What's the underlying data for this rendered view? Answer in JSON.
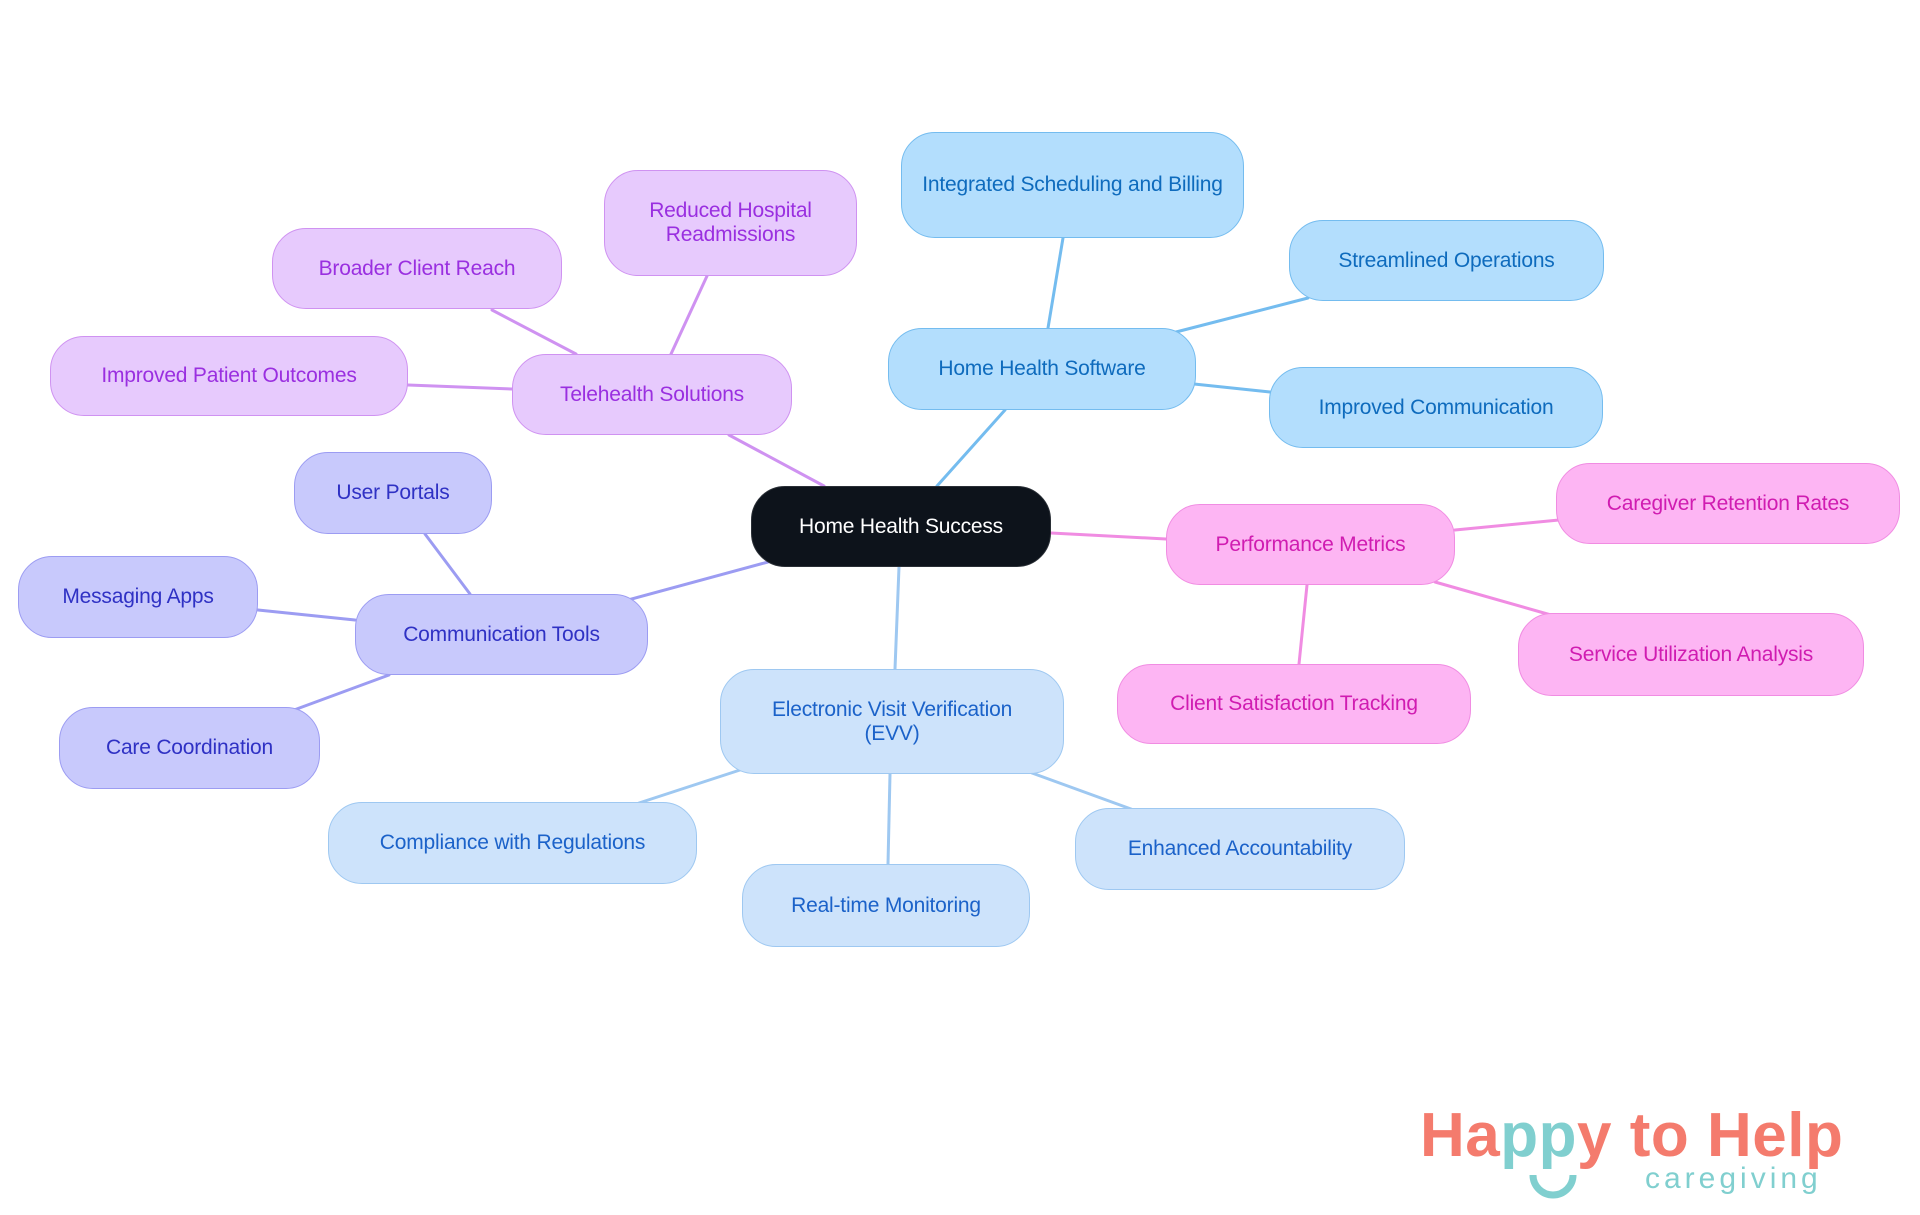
{
  "mindmap": {
    "center": {
      "label": "Home Health Success"
    },
    "branches": [
      {
        "label": "Home Health Software",
        "color": "#74bcef",
        "children": [
          "Integrated Scheduling and Billing",
          "Streamlined Operations",
          "Improved Communication"
        ]
      },
      {
        "label": "Performance Metrics",
        "color": "#f08ce2",
        "children": [
          "Caregiver Retention Rates",
          "Service Utilization Analysis",
          "Client Satisfaction Tracking"
        ]
      },
      {
        "label": "Electronic Visit Verification (EVV)",
        "color": "#9ec8f1",
        "children": [
          "Compliance with Regulations",
          "Real-time Monitoring",
          "Enhanced Accountability"
        ]
      },
      {
        "label": "Communication Tools",
        "color": "#9c9cf2",
        "children": [
          "User Portals",
          "Messaging Apps",
          "Care Coordination"
        ]
      },
      {
        "label": "Telehealth Solutions",
        "color": "#cf92f1",
        "children": [
          "Improved Patient Outcomes",
          "Broader Client Reach",
          "Reduced Hospital Readmissions"
        ]
      }
    ]
  },
  "logo": {
    "text": "Happy to Help",
    "subtext": "caregiving",
    "colors": {
      "coral": "#f47b6d",
      "teal": "#80cfcf"
    }
  }
}
